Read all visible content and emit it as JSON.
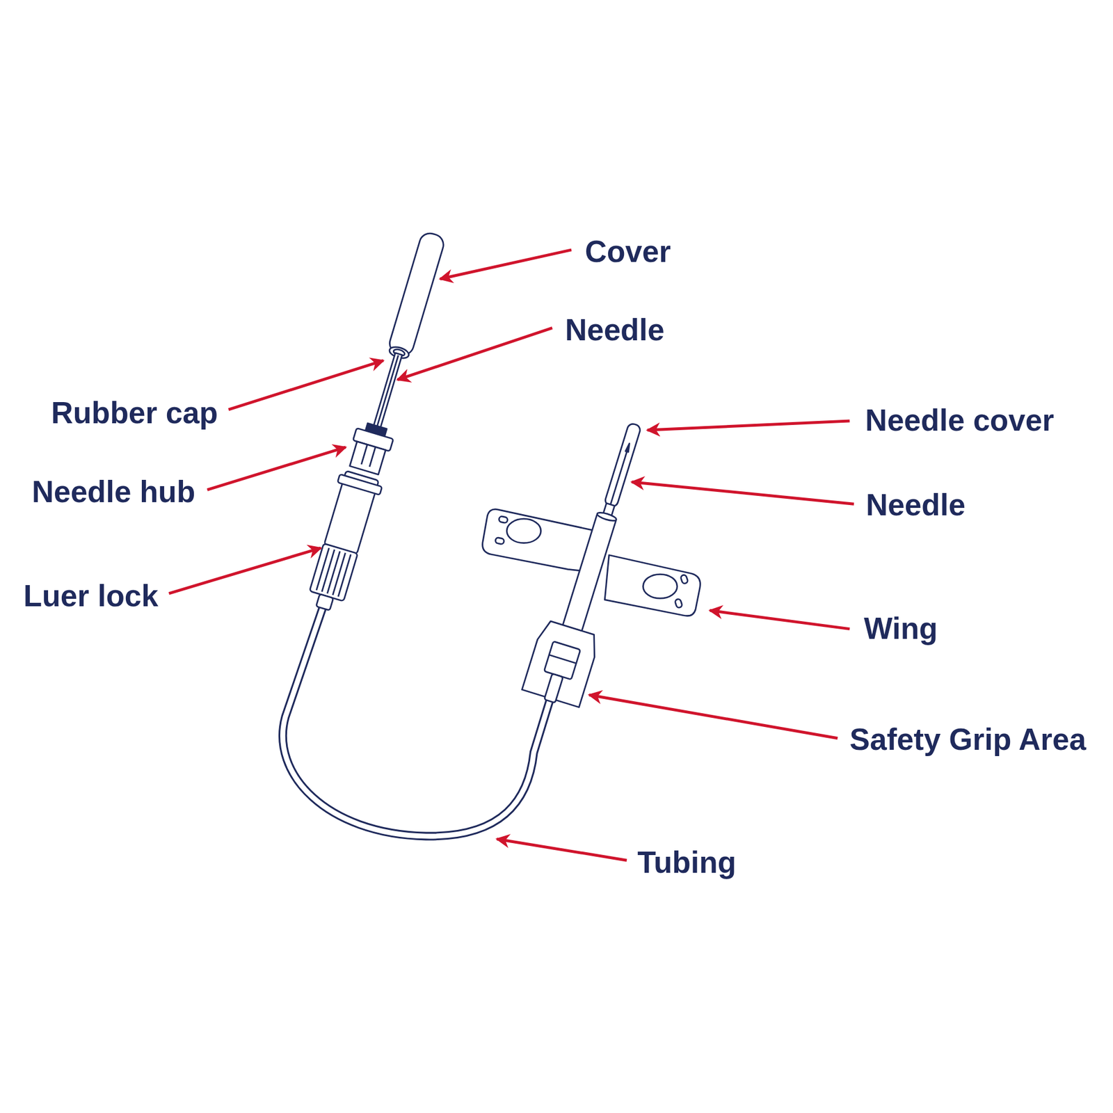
{
  "diagram": {
    "labels": [
      "Cover",
      "Needle",
      "Rubber cap",
      "Needle hub",
      "Luer lock",
      "Needle cover",
      "Needle",
      "Wing",
      "Safety Grip Area",
      "Tubing"
    ]
  }
}
